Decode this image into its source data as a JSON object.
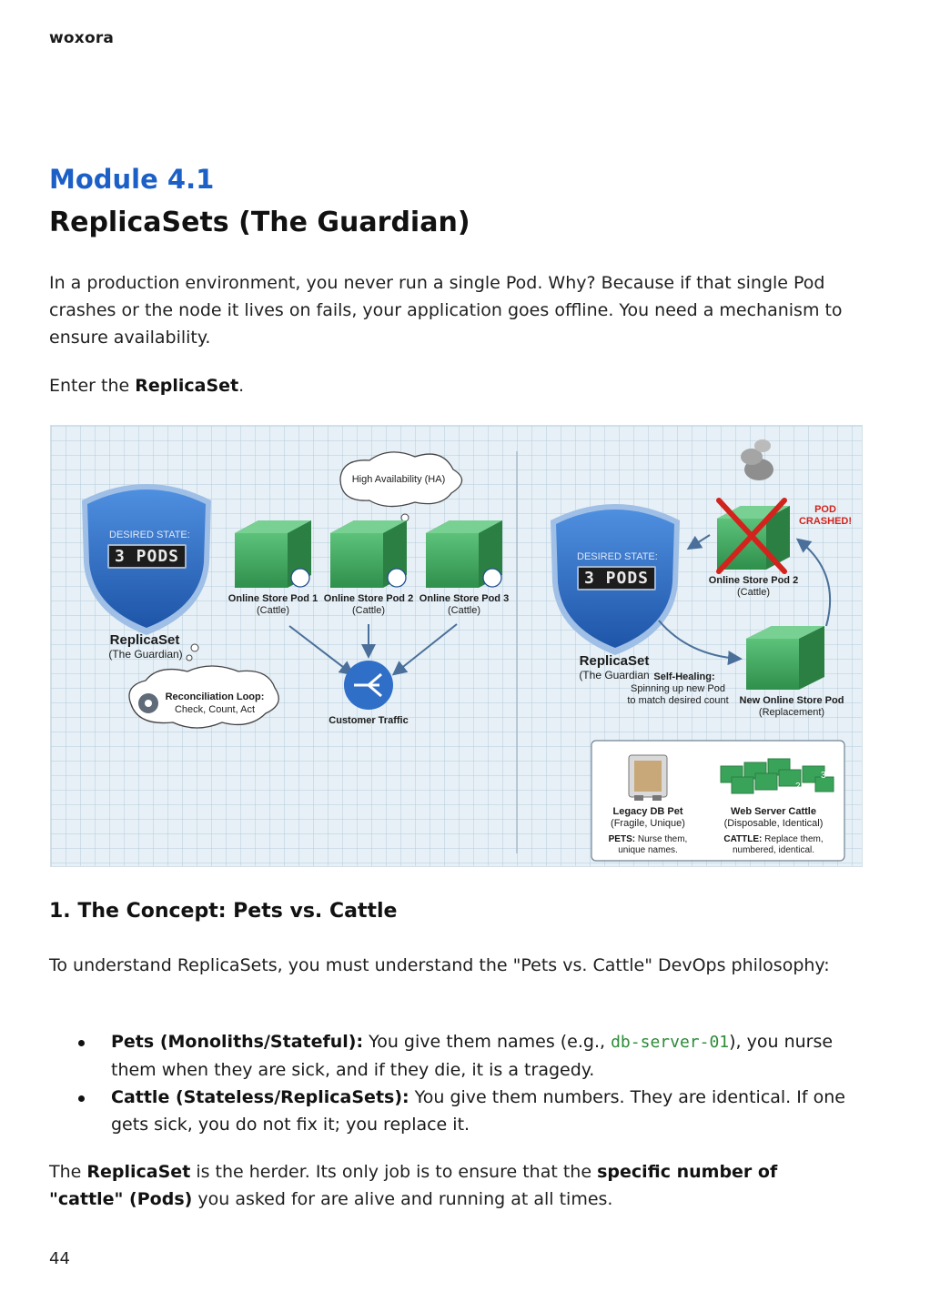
{
  "header": {
    "brand": "woxora"
  },
  "module": {
    "number": "Module 4.1",
    "title": "ReplicaSets (The Guardian)"
  },
  "intro": {
    "p1": "In a production environment, you never run a single Pod. Why? Because if that single Pod crashes or the node it lives on fails, your application goes offline. You need a mechanism to ensure availability.",
    "p2_prefix": "Enter the ",
    "p2_bold": "ReplicaSet",
    "p2_suffix": "."
  },
  "figure": {
    "left": {
      "shield_caption": "DESIRED STATE:",
      "shield_value": "3 PODS",
      "replicaset_title": "ReplicaSet",
      "replicaset_sub": "(The Guardian)",
      "ha_bubble": "High Availability (HA)",
      "loop_title": "Reconciliation Loop:",
      "loop_sub": "Check, Count, Act",
      "pods": [
        {
          "name": "Online Store Pod 1",
          "sub": "(Cattle)"
        },
        {
          "name": "Online Store Pod 2",
          "sub": "(Cattle)"
        },
        {
          "name": "Online Store Pod 3",
          "sub": "(Cattle)"
        }
      ],
      "traffic": "Customer Traffic"
    },
    "right": {
      "shield_caption": "DESIRED STATE:",
      "shield_value": "3 PODS",
      "crashed_line1": "POD",
      "crashed_line2": "CRASHED!",
      "crashed_pod_name": "Online Store Pod 2",
      "crashed_pod_sub": "(Cattle)",
      "replicaset_title": "ReplicaSet",
      "replicaset_sub": "(The Guardian",
      "self_heal_title": "Self-Healing:",
      "self_heal_line1": "Spinning up new Pod",
      "self_heal_line2": "to match desired count",
      "new_pod_name": "New Online Store Pod",
      "new_pod_sub": "(Replacement)",
      "pet_title": "Legacy DB Pet",
      "pet_sub": "(Fragile, Unique)",
      "pet_desc_bold": "PETS:",
      "pet_desc_1": "Nurse them,",
      "pet_desc_2": "unique names.",
      "cattle_title": "Web Server Cattle",
      "cattle_sub": "(Disposable, Identical)",
      "cattle_desc_bold": "CATTLE:",
      "cattle_desc_1": "Replace them,",
      "cattle_desc_2": "numbered, identical.",
      "cattle_num_2": "2",
      "cattle_num_3": "3"
    }
  },
  "section1": {
    "heading": "1. The Concept: Pets vs. Cattle",
    "p1": "To understand ReplicaSets, you must understand the \"Pets vs. Cattle\" DevOps philosophy:",
    "bullets": [
      {
        "bold": "Pets (Monoliths/Stateful):",
        "text_before_code": " You give them names (e.g., ",
        "code": "db-server-01",
        "text_after_code": "), you nurse them when they are sick, and if they die, it is a tragedy."
      },
      {
        "bold": "Cattle (Stateless/ReplicaSets):",
        "text": " You give them numbers. They are identical. If one gets sick, you do not fix it; you replace it."
      }
    ],
    "p2_prefix": "The ",
    "p2_bold1": "ReplicaSet",
    "p2_mid": " is the herder. Its only job is to ensure that the ",
    "p2_bold2": "specific number of \"cattle\" (Pods)",
    "p2_suffix": " you asked for are alive and running at all times."
  },
  "footer": {
    "page_number": "44"
  },
  "colors": {
    "module_blue": "#1b5fc7",
    "shield_blue": "#2f6fc8",
    "container_green": "#3aa35a",
    "crash_red": "#d2231d",
    "code_green": "#2e8b3a"
  }
}
